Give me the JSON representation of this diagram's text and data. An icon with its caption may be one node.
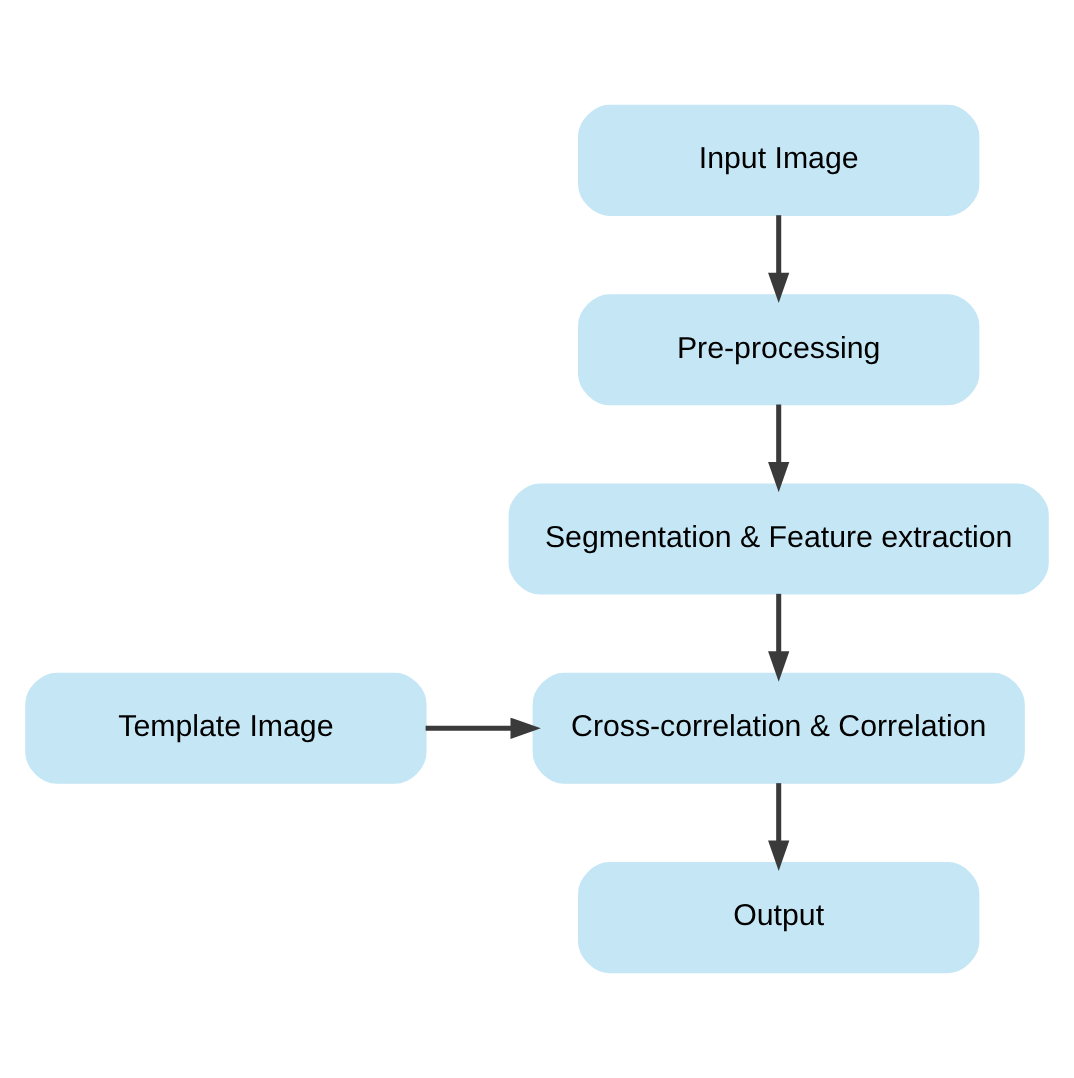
{
  "diagram": {
    "nodes": [
      {
        "text": [
          "Input Image"
        ]
      },
      {
        "text": [
          "Pre-processing"
        ]
      },
      {
        "text": [
          "Segmentation & Feature extraction"
        ]
      },
      {
        "text": [
          "Cross-correlation & Correlation"
        ]
      },
      {
        "text": [
          "Template Image"
        ]
      },
      {
        "text": [
          "Output"
        ]
      }
    ],
    "edges": [
      {
        "from": 0,
        "to": 1,
        "arrow": "to"
      },
      {
        "from": 1,
        "to": 2,
        "arrow": "to"
      },
      {
        "from": 2,
        "to": 3,
        "arrow": "to"
      },
      {
        "from": 4,
        "to": 3,
        "arrow": "to"
      },
      {
        "from": 3,
        "to": 5,
        "arrow": "to"
      }
    ]
  }
}
